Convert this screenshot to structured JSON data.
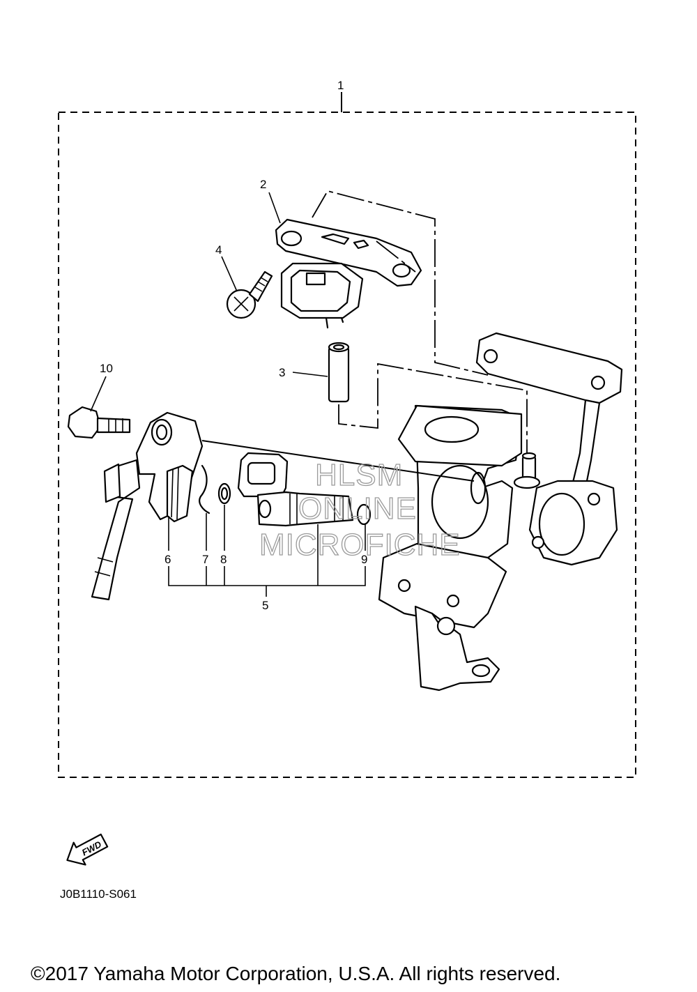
{
  "callouts": [
    {
      "id": "1",
      "label": "1"
    },
    {
      "id": "2",
      "label": "2"
    },
    {
      "id": "3",
      "label": "3"
    },
    {
      "id": "4",
      "label": "4"
    },
    {
      "id": "5",
      "label": "5"
    },
    {
      "id": "6",
      "label": "6"
    },
    {
      "id": "7",
      "label": "7"
    },
    {
      "id": "8",
      "label": "8"
    },
    {
      "id": "9",
      "label": "9"
    },
    {
      "id": "10",
      "label": "10"
    }
  ],
  "watermark": {
    "line1": "HLSM",
    "line2": "ONLINE",
    "line3": "MICROFICHE"
  },
  "fwd_label": "FWD",
  "figure_code": "J0B1110-S061",
  "copyright": "©2017 Yamaha Motor Corporation, U.S.A. All rights reserved."
}
